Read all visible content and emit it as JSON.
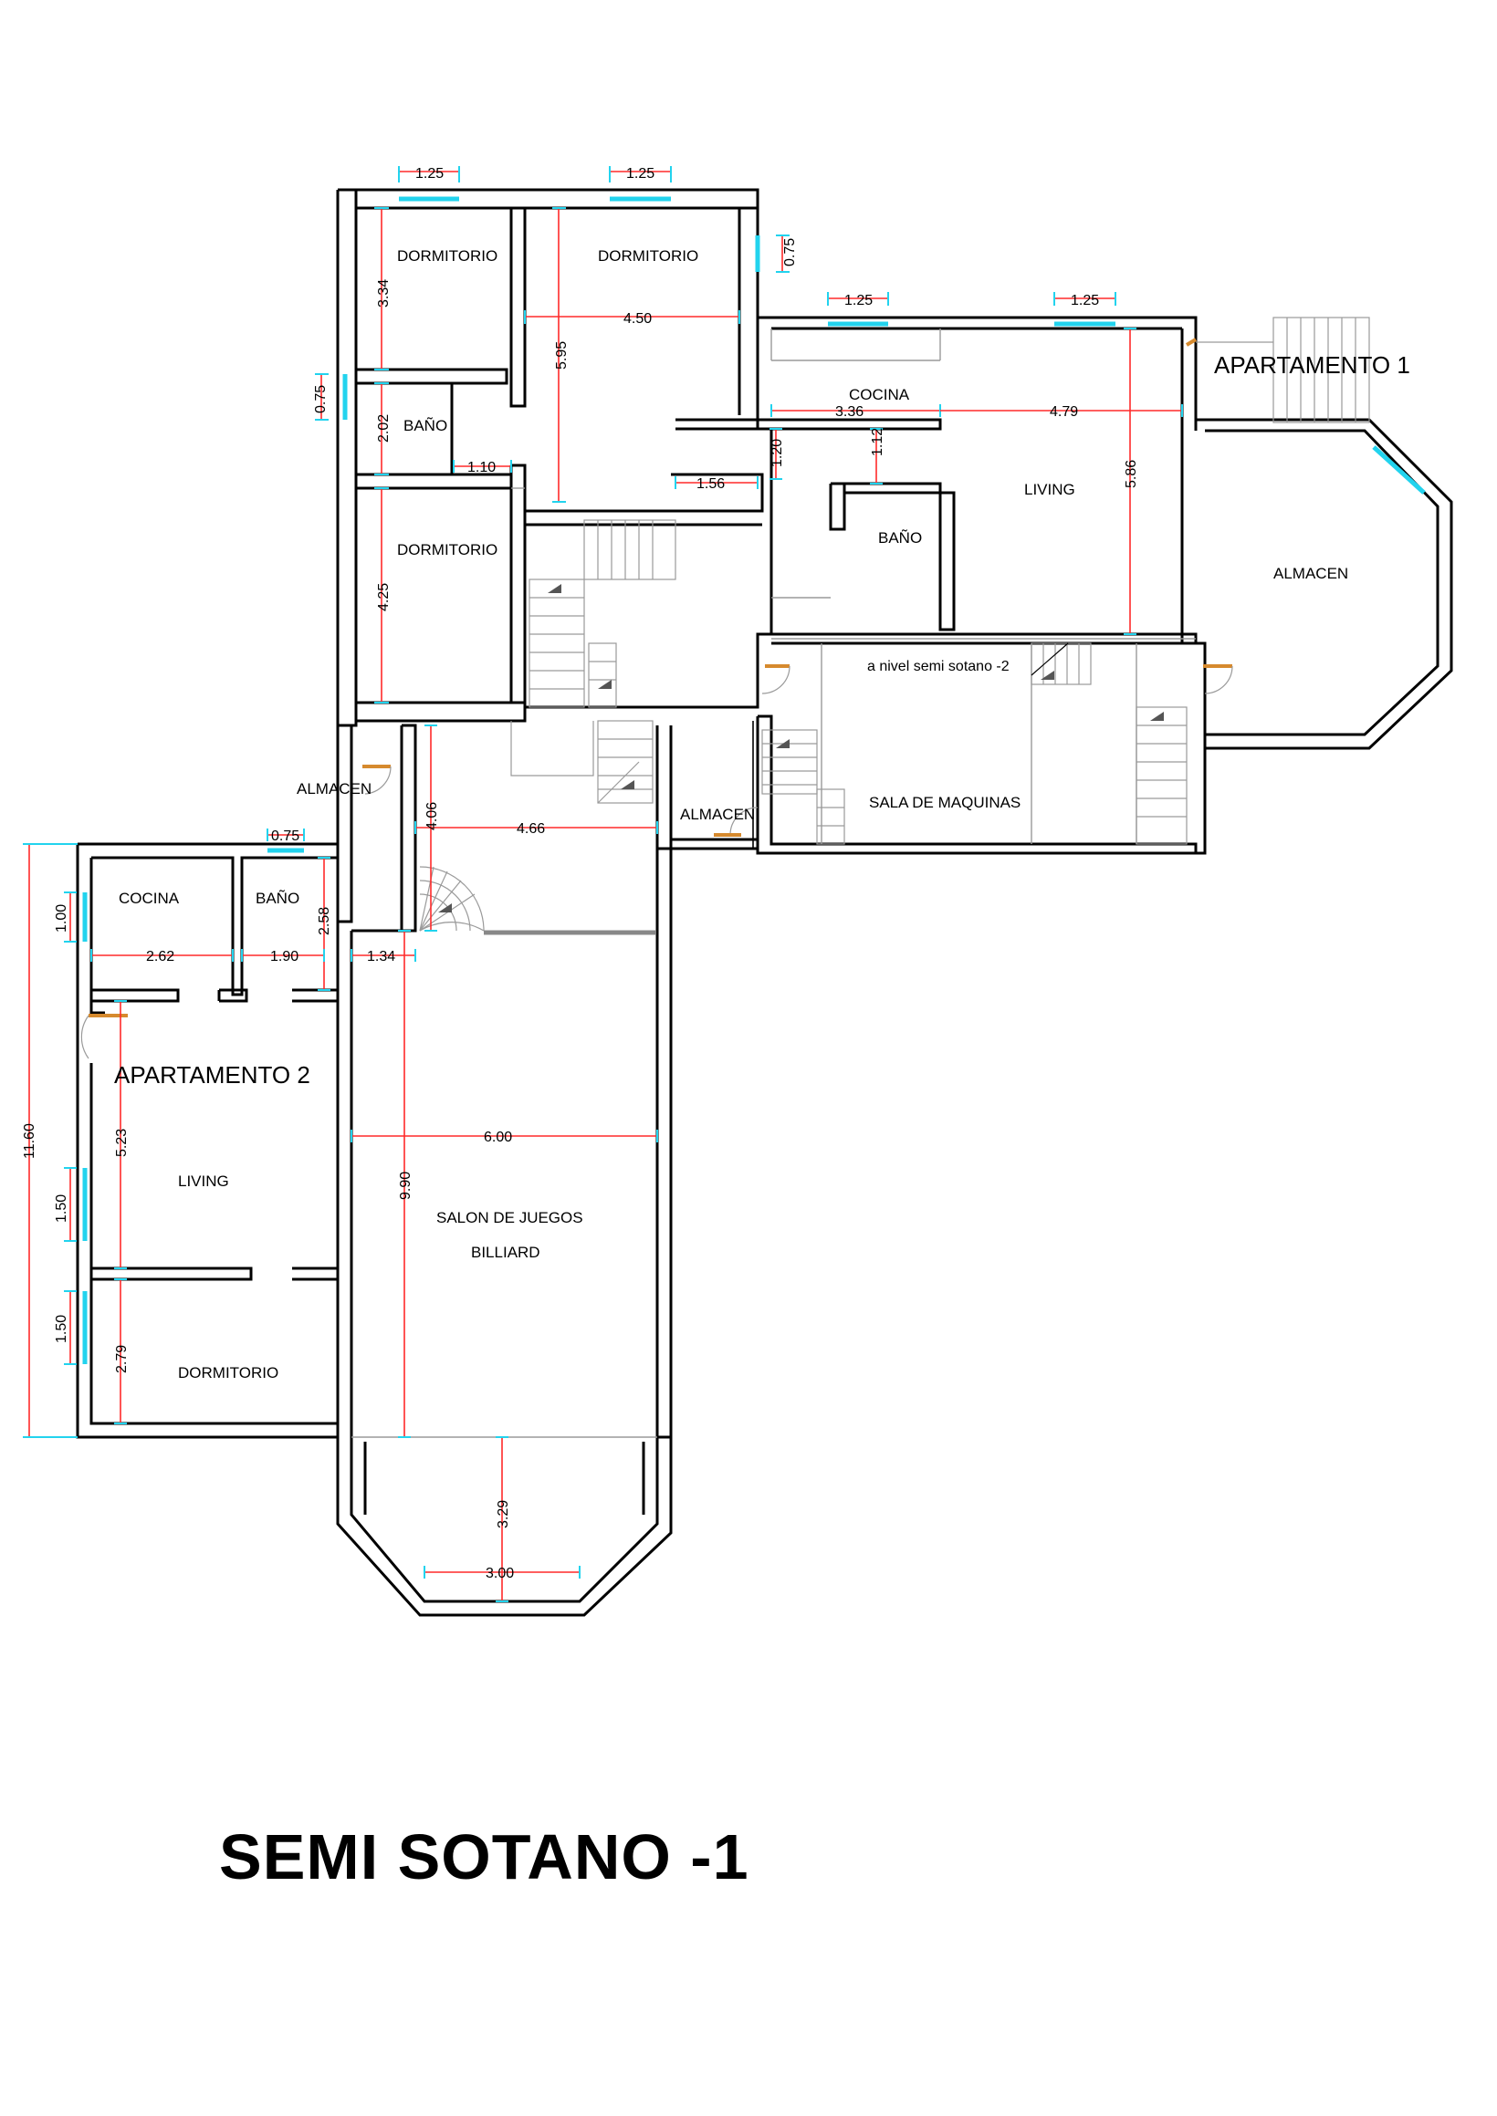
{
  "title": "SEMI SOTANO -1",
  "labels": {
    "dormitorio_1": "DORMITORIO",
    "dormitorio_2": "DORMITORIO",
    "bano_1": "BAÑO",
    "dormitorio_3": "DORMITORIO",
    "cocina_1": "COCINA",
    "living_1": "LIVING",
    "bano_2": "BAÑO",
    "apartamento_1": "APARTAMENTO 1",
    "almacen_1": "ALMACEN",
    "nivel_note": "a nivel semi sotano -2",
    "sala_maquinas": "SALA DE MAQUINAS",
    "almacen_2": "ALMACEN",
    "almacen_3": "ALMACEN",
    "cocina_2": "COCINA",
    "bano_3": "BAÑO",
    "apartamento_2": "APARTAMENTO 2",
    "living_2": "LIVING",
    "salon": "SALON DE JUEGOS",
    "billiard": "BILLIARD",
    "dormitorio_4": "DORMITORIO"
  },
  "dimensions": {
    "d1_25_a": "1.25",
    "d1_25_b": "1.25",
    "d0_75_a": "0.75",
    "d1_25_c": "1.25",
    "d1_25_d": "1.25",
    "d3_34": "3.34",
    "d4_50": "4.50",
    "d5_95": "5.95",
    "d0_75_b": "0.75",
    "d2_02": "2.02",
    "d1_10": "1.10",
    "d3_36": "3.36",
    "d4_79": "4.79",
    "d1_20": "1.20",
    "d1_12": "1.12",
    "d1_56": "1.56",
    "d5_86": "5.86",
    "d4_25": "4.25",
    "d0_75_c": "0.75",
    "d4_06": "4.06",
    "d4_66": "4.66",
    "d11_60": "11.60",
    "d1_00": "1.00",
    "d2_58": "2.58",
    "d2_62": "2.62",
    "d1_90": "1.90",
    "d1_34": "1.34",
    "d5_23": "5.23",
    "d6_00": "6.00",
    "d9_90": "9.90",
    "d1_50_a": "1.50",
    "d1_50_b": "1.50",
    "d2_79": "2.79",
    "d3_29": "3.29",
    "d3_00": "3.00"
  }
}
